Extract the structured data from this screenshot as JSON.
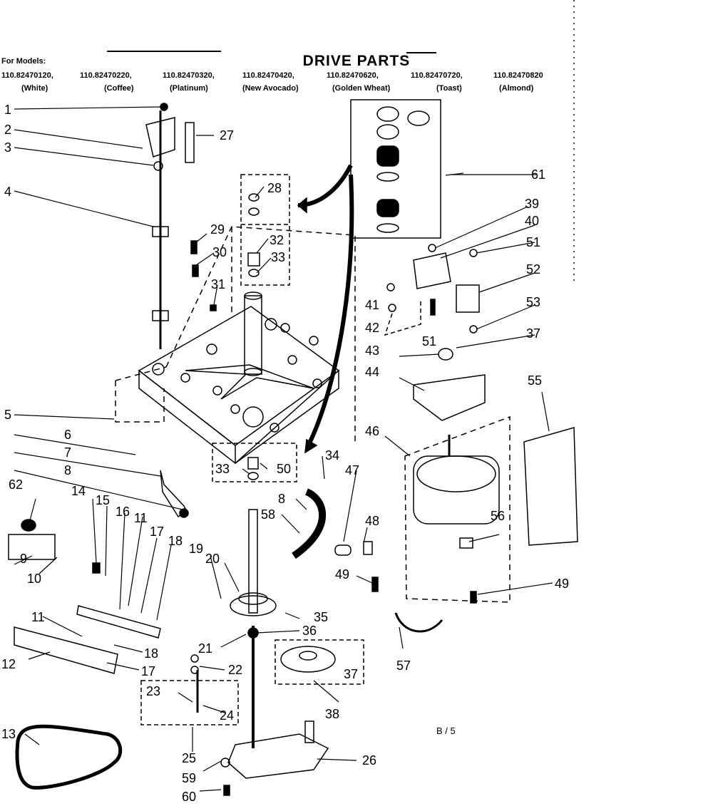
{
  "header": {
    "title": "DRIVE PARTS",
    "for_models": "For Models:"
  },
  "models": [
    {
      "number": "110.82470120,",
      "color": "(White)"
    },
    {
      "number": "110.82470220,",
      "color": "(Coffee)"
    },
    {
      "number": "110.82470320,",
      "color": "(Platinum)"
    },
    {
      "number": "110.82470420,",
      "color": "(New Avocado)"
    },
    {
      "number": "110.82470620,",
      "color": "(Golden Wheat)"
    },
    {
      "number": "110.82470720,",
      "color": "(Toast)"
    },
    {
      "number": "110.82470820",
      "color": "(Almond)"
    }
  ],
  "part_labels": {
    "p1": "1",
    "p2": "2",
    "p3": "3",
    "p4": "4",
    "p5": "5",
    "p6": "6",
    "p7": "7",
    "p8a": "8",
    "p8b": "8",
    "p9": "9",
    "p10": "10",
    "p11a": "11",
    "p11b": "11",
    "p12": "12",
    "p13": "13",
    "p14": "14",
    "p15": "15",
    "p16": "16",
    "p17a": "17",
    "p17b": "17",
    "p18a": "18",
    "p18b": "18",
    "p19": "19",
    "p20": "20",
    "p21": "21",
    "p22": "22",
    "p23": "23",
    "p24": "24",
    "p25": "25",
    "p26": "26",
    "p27": "27",
    "p28": "28",
    "p29": "29",
    "p30": "30",
    "p31": "31",
    "p32": "32",
    "p33a": "33",
    "p33b": "33",
    "p34": "34",
    "p35": "35",
    "p36": "36",
    "p37a": "37",
    "p37b": "37",
    "p38": "38",
    "p39": "39",
    "p40": "40",
    "p41": "41",
    "p42": "42",
    "p43": "43",
    "p44": "44",
    "p46": "46",
    "p47": "47",
    "p48": "48",
    "p49a": "49",
    "p49b": "49",
    "p50": "50",
    "p51a": "51",
    "p51b": "51",
    "p52": "52",
    "p53": "53",
    "p55": "55",
    "p56": "56",
    "p57": "57",
    "p58": "58",
    "p59": "59",
    "p60": "60",
    "p61": "61",
    "p62": "62"
  },
  "page_note": "B / 5"
}
